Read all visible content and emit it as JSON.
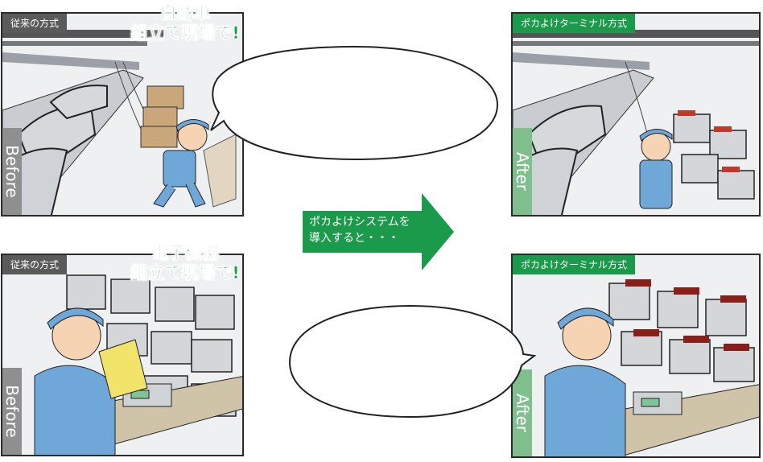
{
  "panels": {
    "top_left": {
      "tag": "従来の方式",
      "caption_line1": "自動車",
      "caption_line2": "組立て現場で!",
      "side_label": "Before"
    },
    "bottom_left": {
      "tag": "従来の方式",
      "caption_line1": "電子機器",
      "caption_line2": "組立て現場で!",
      "side_label": "Before"
    },
    "top_right": {
      "tag": "ポカよけターミナル方式",
      "side_label": "After"
    },
    "bottom_right": {
      "tag": "ポカよけターミナル方式",
      "side_label": "After"
    }
  },
  "arrow": {
    "line1": "ポカよけシステムを",
    "line2": "導入すると・・・"
  },
  "colors": {
    "green": "#1a9a4a",
    "gray": "#5a5a5a",
    "worker_blue": "#6fa8d8",
    "bin_red": "#c0392b"
  }
}
